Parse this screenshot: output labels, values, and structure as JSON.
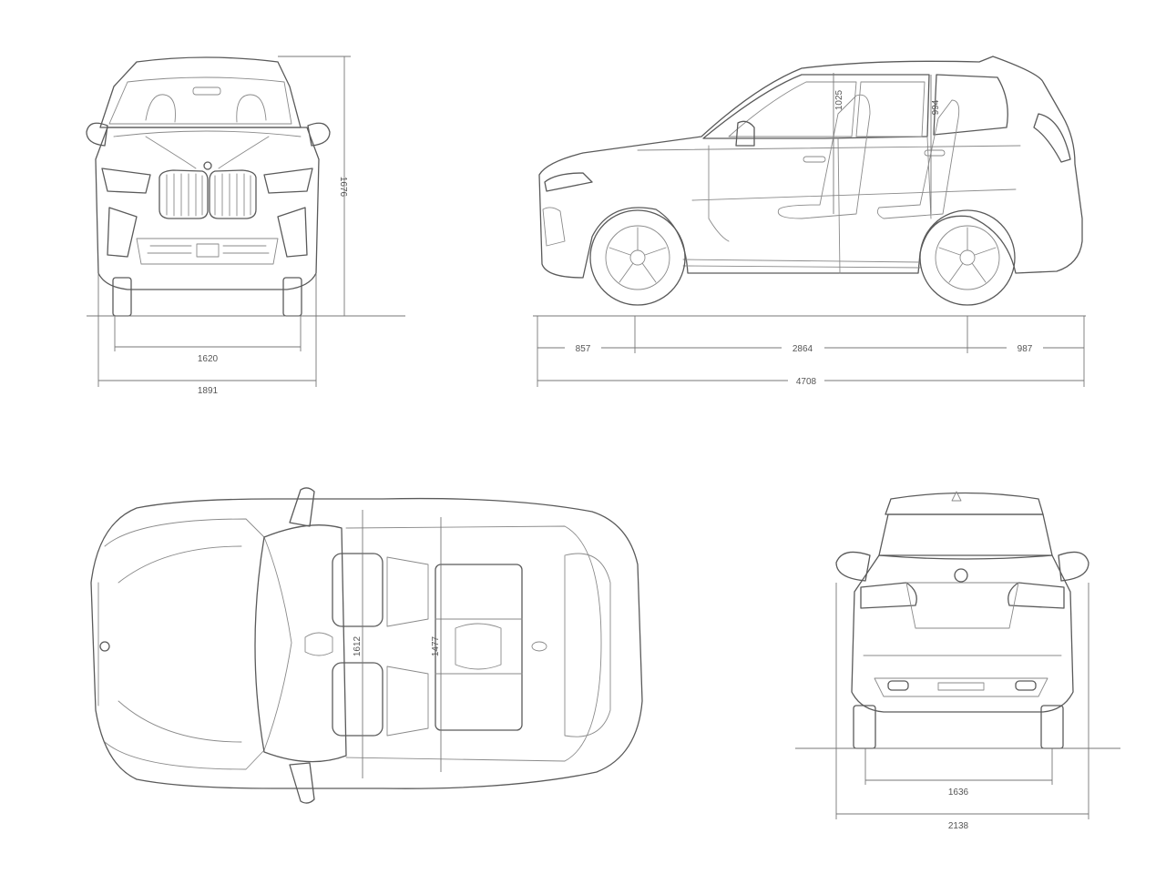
{
  "dimensions": {
    "front_track": "1620",
    "front_width": "1891",
    "front_height": "1676",
    "front_overhang": "857",
    "wheelbase": "2864",
    "rear_overhang": "987",
    "length": "4708",
    "front_headroom": "1025",
    "rear_headroom": "994",
    "front_shoulder": "1612",
    "rear_shoulder": "1477",
    "rear_track": "1636",
    "mirror_width": "2138"
  },
  "colors": {
    "line": "#5a5a5a",
    "background": "#ffffff"
  }
}
